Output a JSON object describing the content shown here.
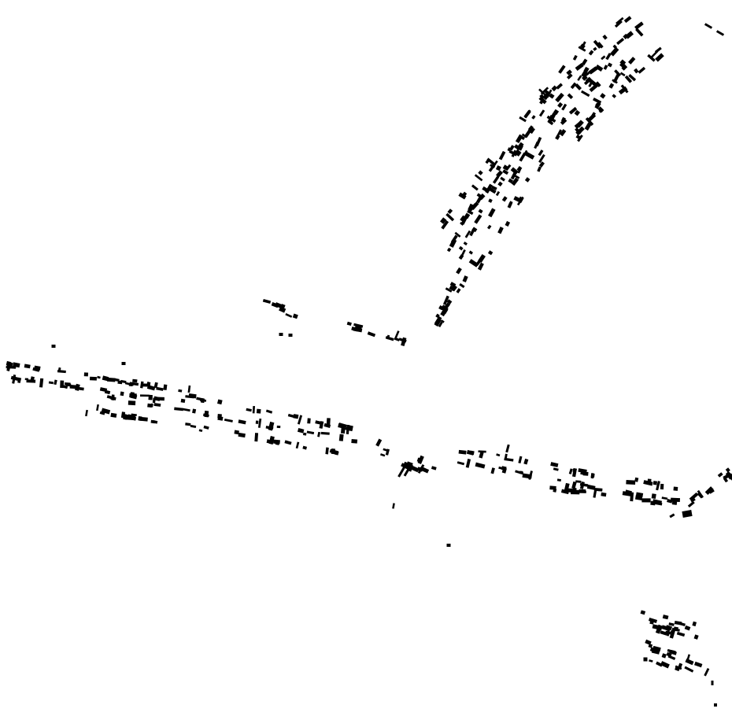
{
  "map": {
    "background_color": "#ffffff",
    "building_color": "#000000",
    "layer": "building-footprints",
    "clusters": [
      "northeast-settlement",
      "west-village-strip",
      "central-group",
      "east-village-strip",
      "southeast-hamlet",
      "small-central-groups"
    ]
  }
}
